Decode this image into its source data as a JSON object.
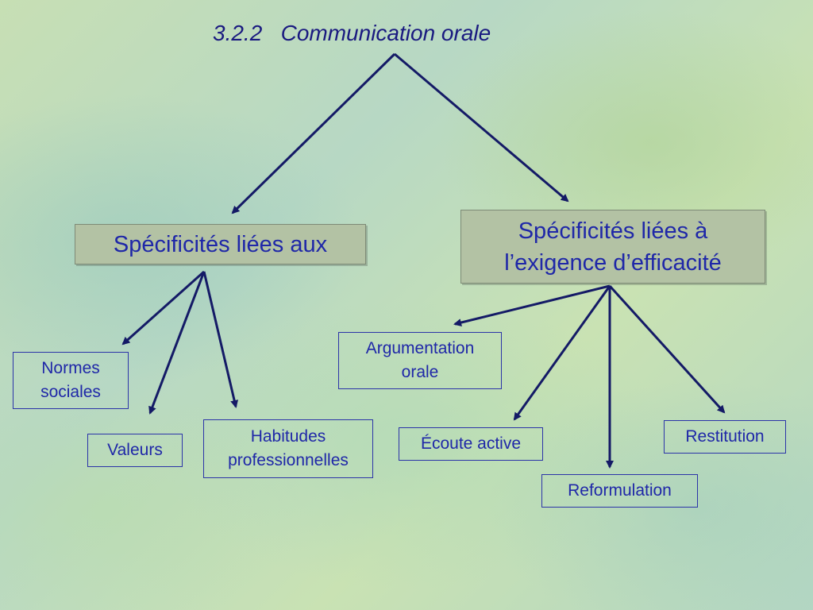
{
  "title": "3.2.2   Communication orale",
  "colors": {
    "text": "#1f27a8",
    "title": "#1a1a80",
    "arrow": "#141a66",
    "main_box_fill": "#b3c2a4"
  },
  "boxes": {
    "left_main": {
      "lines": [
        "Spécificités liées aux"
      ]
    },
    "right_main": {
      "lines": [
        "Spécificités liées à",
        "l’exigence d’efficacité"
      ]
    },
    "normes": {
      "lines": [
        "Normes",
        "sociales"
      ]
    },
    "valeurs": {
      "lines": [
        "Valeurs"
      ]
    },
    "habitudes": {
      "lines": [
        "Habitudes",
        "professionnelles"
      ]
    },
    "argumentation": {
      "lines": [
        "Argumentation",
        "orale"
      ]
    },
    "ecoute": {
      "lines": [
        "Écoute active"
      ]
    },
    "reformulation": {
      "lines": [
        "Reformulation"
      ]
    },
    "restitution": {
      "lines": [
        "Restitution"
      ]
    }
  }
}
